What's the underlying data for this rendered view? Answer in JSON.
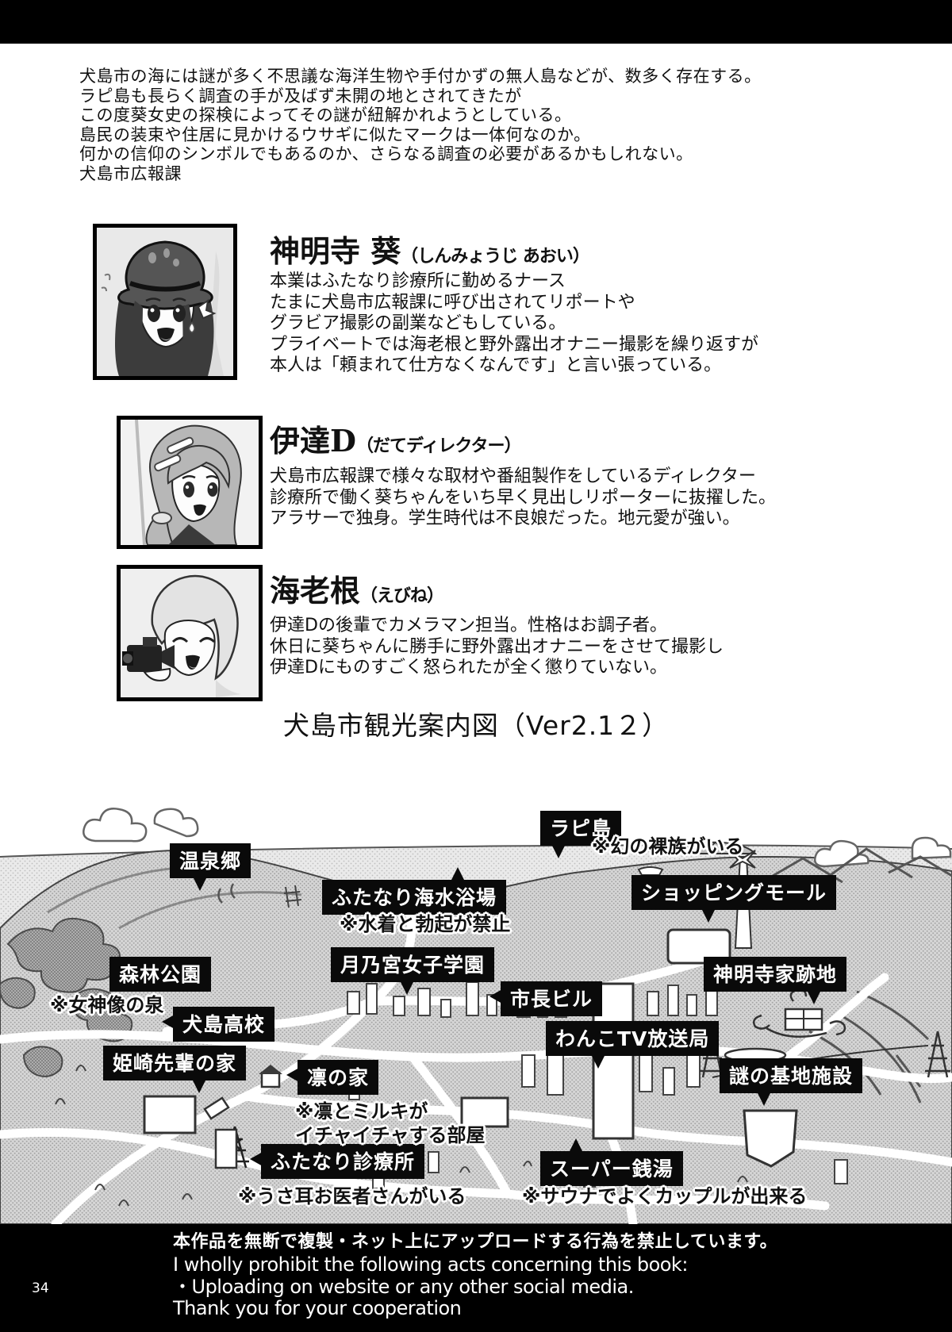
{
  "page": {
    "number": "34"
  },
  "intro": {
    "lines": [
      "犬島市の海には謎が多く不思議な海洋生物や手付かずの無人島などが、数多く存在する。",
      "ラピ島も長らく調査の手が及ばず未開の地とされてきたが",
      "この度葵女史の探検によってその謎が紐解かれようとしている。",
      "島民の装束や住居に見かけるウサギに似たマークは一体何なのか。",
      "何かの信仰のシンボルでもあるのか、さらなる調査の必要があるかもしれない。",
      "犬島市広報課"
    ]
  },
  "characters": [
    {
      "name": "神明寺 葵",
      "furigana": "（しんみょうじ あおい）",
      "desc": [
        "本業はふたなり診療所に勤めるナース",
        "たまに犬島市広報課に呼び出されてリポートや",
        "グラビア撮影の副業などもしている。",
        "プライベートでは海老根と野外露出オナニー撮影を繰り返すが",
        "本人は「頼まれて仕方なくなんです」と言い張っている。"
      ]
    },
    {
      "name": "伊達D",
      "furigana": "（だてディレクター）",
      "desc": [
        "犬島市広報課で様々な取材や番組製作をしているディレクター",
        "診療所で働く葵ちゃんをいち早く見出しリポーターに抜擢した。",
        "アラサーで独身。学生時代は不良娘だった。地元愛が強い。"
      ]
    },
    {
      "name": "海老根",
      "furigana": "（えびね）",
      "desc": [
        "伊達Dの後輩でカメラマン担当。性格はお調子者。",
        "休日に葵ちゃんに勝手に野外露出オナニーをさせて撮影し",
        "伊達Dにものすごく怒られたが全く懲りていない。"
      ]
    }
  ],
  "map": {
    "title": "犬島市観光案内図（Ver2.1２）",
    "labels": [
      "ラピ島",
      "温泉郷",
      "ふたなり海水浴場",
      "ショッピングモール",
      "森林公園",
      "月乃宮女子学園",
      "市長ビル",
      "神明寺家跡地",
      "犬島高校",
      "わんこTV放送局",
      "姫崎先輩の家",
      "凛の家",
      "謎の基地施設",
      "ふたなり診療所",
      "スーパー銭湯"
    ],
    "annotations": [
      "※幻の裸族がいる",
      "※水着と勃起が禁止",
      "※女神像の泉",
      "※凛とミルキが\nイチャイチャする部屋",
      "※うさ耳お医者さんがいる",
      "※サウナでよくカップルが出来る"
    ]
  },
  "footer": {
    "lines_jp": [
      "本作品を無断で複製・ネット上にアップロードする行為を禁止しています。"
    ],
    "lines_en": [
      "I wholly prohibit the following acts concerning this book:",
      "・Uploading on website or any other social media.",
      "Thank you for your cooperation"
    ]
  }
}
